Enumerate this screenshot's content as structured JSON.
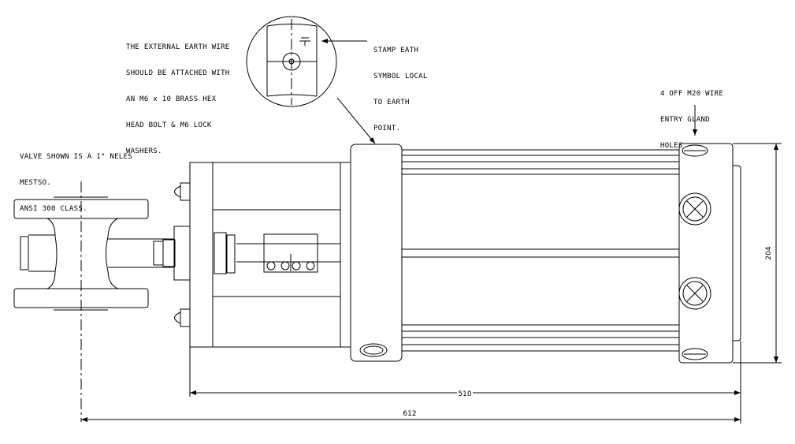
{
  "notes": {
    "earth_wire": [
      "THE EXTERNAL EARTH WIRE",
      "SHOULD BE ATTACHED WITH",
      "AN M6 x 10 BRASS HEX",
      "HEAD BOLT & M6 LOCK",
      "WASHERS."
    ],
    "stamp": [
      "STAMP EATH",
      "SYMBOL LOCAL",
      "TO EARTH",
      "POINT."
    ],
    "gland": [
      "4 OFF M20 WIRE",
      "ENTRY GLAND",
      "HOLES"
    ],
    "valve": [
      "VALVE SHOWN IS A 1\" NELES",
      "MESTSO.",
      "ANSI 300 CLASS."
    ]
  },
  "dimensions": {
    "height": "204",
    "housing_length": "510",
    "overall_length": "612"
  }
}
